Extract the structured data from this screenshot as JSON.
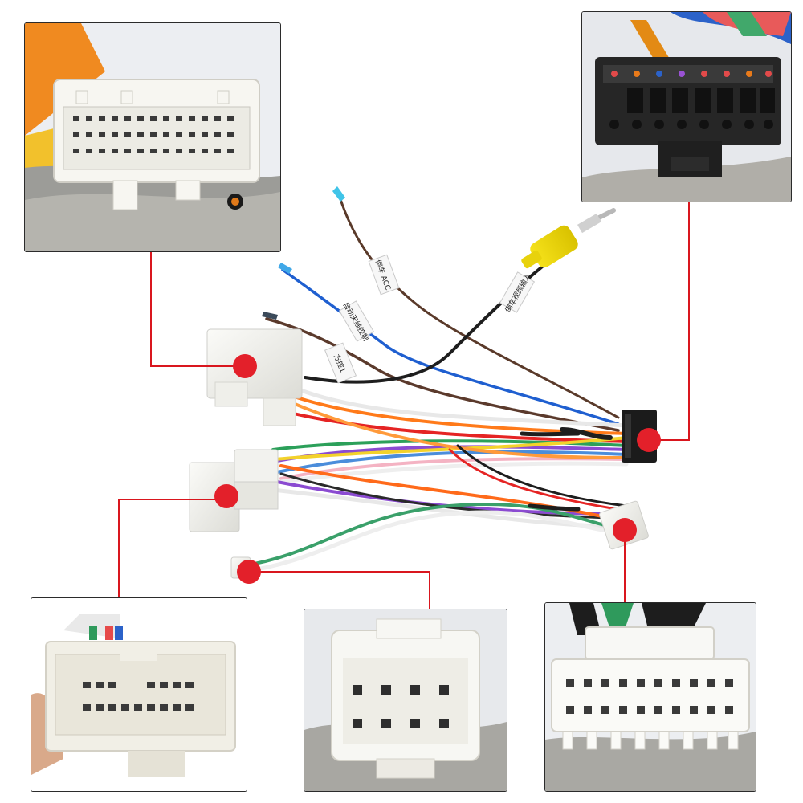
{
  "image": {
    "subject": "car radio wiring harness with detail photos of connectors",
    "accent_color": "#e3202a",
    "leader_color": "#d9161e"
  },
  "wire_tags": [
    {
      "id": "tag1",
      "text": "倒车 ACC"
    },
    {
      "id": "tag2",
      "text": "自动天线控制"
    },
    {
      "id": "tag3",
      "text": "方控1"
    },
    {
      "id": "tag4",
      "text": "倒车视频输入"
    }
  ],
  "callouts": [
    {
      "id": "top-left",
      "connector": "large white multi-pin plug"
    },
    {
      "id": "top-right",
      "connector": "black 16-pin ISO-style plug"
    },
    {
      "id": "bottom-left",
      "connector": "white 16-pin plug"
    },
    {
      "id": "bottom-center",
      "connector": "white 8-pin socket"
    },
    {
      "id": "bottom-right",
      "connector": "white 20-pin socket"
    }
  ]
}
